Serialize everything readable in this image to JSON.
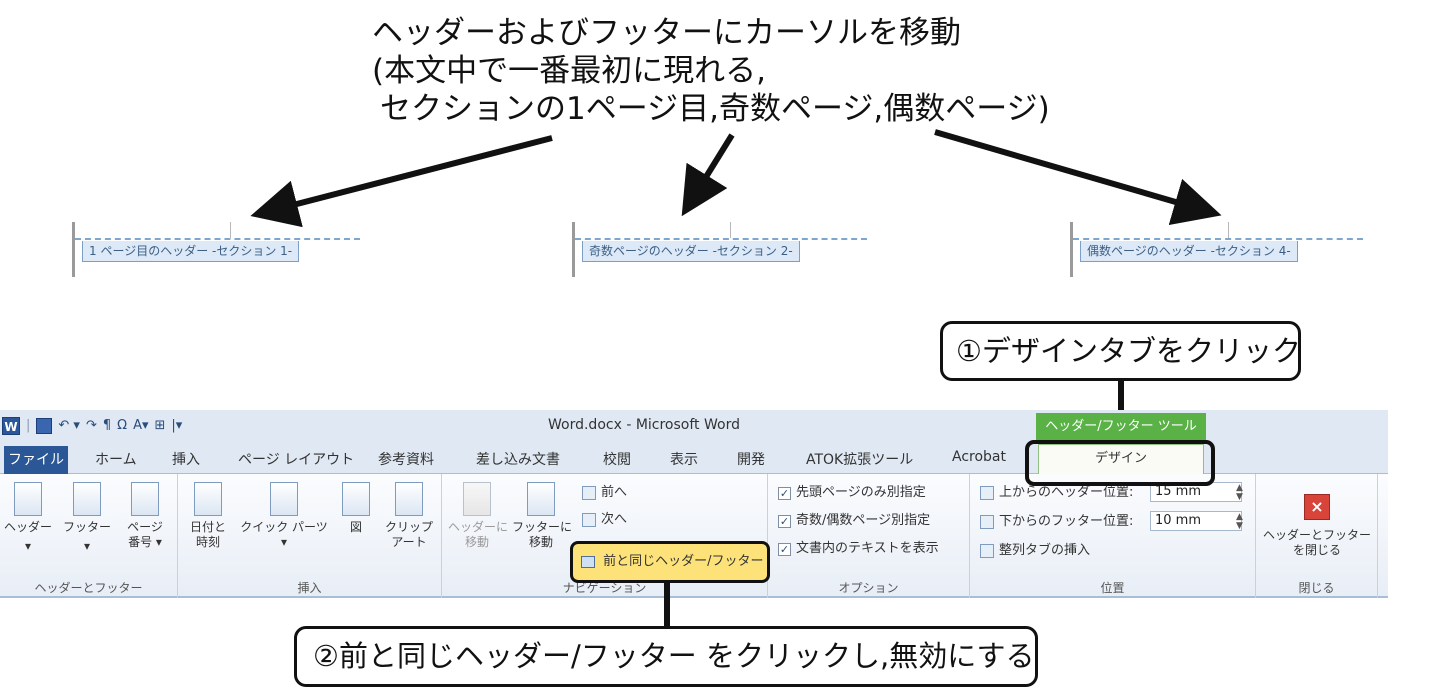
{
  "caption": {
    "line1": "ヘッダーおよびフッターにカーソルを移動",
    "line2": "(本文中で一番最初に現れる,",
    "line3": "セクションの1ページ目,奇数ページ,偶数ページ)"
  },
  "header_tags": [
    {
      "label": "1 ページ目のヘッダー -セクション 1-"
    },
    {
      "label": "奇数ページのヘッダー -セクション 2-"
    },
    {
      "label": "偶数ページのヘッダー -セクション 4-"
    }
  ],
  "callouts": {
    "step1": "①デザインタブをクリック",
    "step2": "②前と同じヘッダー/フッター をクリックし,無効にする"
  },
  "word": {
    "quick_access": {
      "logo": "W",
      "undo": "↶ ▾",
      "redo": "↷",
      "para": "¶",
      "omega": "Ω",
      "more": "|▾"
    },
    "title": "Word.docx - Microsoft Word",
    "context_tab_header": "ヘッダー/フッター ツール",
    "tabs": {
      "file": "ファイル",
      "home": "ホーム",
      "insert": "挿入",
      "layout": "ページ レイアウト",
      "references": "参考資料",
      "mailings": "差し込み文書",
      "review": "校閲",
      "view": "表示",
      "developer": "開発",
      "atok": "ATOK拡張ツール",
      "acrobat": "Acrobat",
      "design": "デザイン"
    },
    "groups": {
      "header_footer": {
        "label": "ヘッダーとフッター",
        "header": "ヘッダー",
        "footer": "フッター",
        "page_number_1": "ページ",
        "page_number_2": "番号 ▾",
        "header_dd": "▾",
        "footer_dd": "▾"
      },
      "insert": {
        "label": "挿入",
        "datetime_1": "日付と",
        "datetime_2": "時刻",
        "quickparts": "クイック パーツ",
        "quickparts_dd": "▾",
        "picture": "図",
        "clipart_1": "クリップ",
        "clipart_2": "アート"
      },
      "navigation": {
        "label": "ナビゲーション",
        "goto_header_1": "ヘッダーに",
        "goto_header_2": "移動",
        "goto_footer_1": "フッターに",
        "goto_footer_2": "移動",
        "previous": "前へ",
        "next": "次へ",
        "link_to_previous": "前と同じヘッダー/フッター"
      },
      "options": {
        "label": "オプション",
        "different_first": "先頭ページのみ別指定",
        "different_odd_even": "奇数/偶数ページ別指定",
        "show_doc_text": "文書内のテキストを表示"
      },
      "position": {
        "label": "位置",
        "header_from_top": "上からのヘッダー位置:",
        "header_value": "15 mm",
        "footer_from_bottom": "下からのフッター位置:",
        "footer_value": "10 mm",
        "insert_align_tab": "整列タブの挿入"
      },
      "close": {
        "label": "閉じる",
        "close_1": "ヘッダーとフッター",
        "close_2": "を閉じる"
      }
    }
  }
}
